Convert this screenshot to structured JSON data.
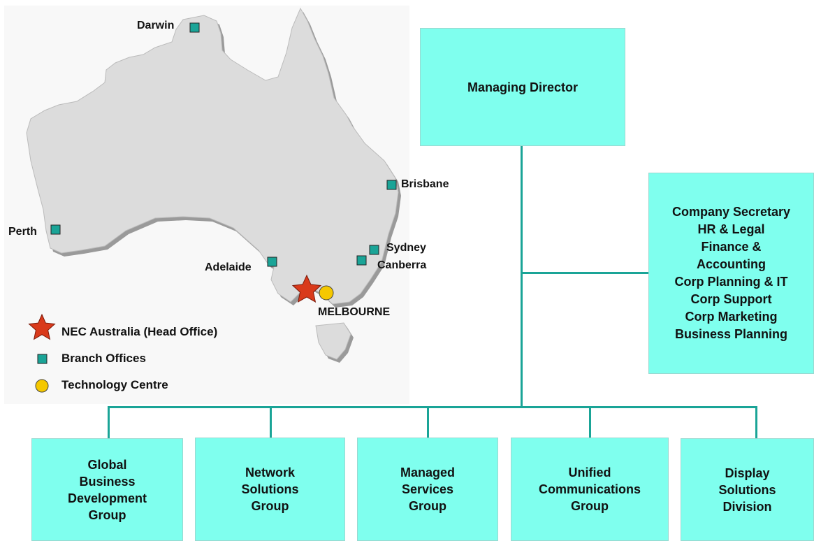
{
  "map": {
    "cities": {
      "darwin": "Darwin",
      "brisbane": "Brisbane",
      "perth": "Perth",
      "sydney": "Sydney",
      "canberra": "Canberra",
      "adelaide": "Adelaide",
      "melbourne": "MELBOURNE"
    },
    "legend": {
      "head_office": "NEC Australia (Head Office)",
      "branch_offices": "Branch Offices",
      "technology_centre": "Technology Centre"
    },
    "colors": {
      "land": "#dcdcdc",
      "shadow": "#9a9a9a",
      "branch": "#1aa497",
      "head_office": "#d93a1b",
      "technology_centre": "#f5c800"
    }
  },
  "org": {
    "managing_director": "Managing Director",
    "corporate_functions": [
      "Company Secretary",
      "HR & Legal",
      "Finance &",
      "Accounting",
      "Corp Planning & IT",
      "Corp Support",
      "Corp Marketing",
      "Business Planning"
    ],
    "divisions": [
      {
        "lines": [
          "Global",
          "Business",
          "Development",
          "Group"
        ]
      },
      {
        "lines": [
          "Network",
          "Solutions",
          "Group"
        ]
      },
      {
        "lines": [
          "Managed",
          "Services",
          "Group"
        ]
      },
      {
        "lines": [
          "Unified",
          "Communications",
          "Group"
        ]
      },
      {
        "lines": [
          "Display",
          "Solutions",
          "Division"
        ]
      }
    ],
    "colors": {
      "box": "#7fffee",
      "connector": "#1aa497"
    }
  }
}
